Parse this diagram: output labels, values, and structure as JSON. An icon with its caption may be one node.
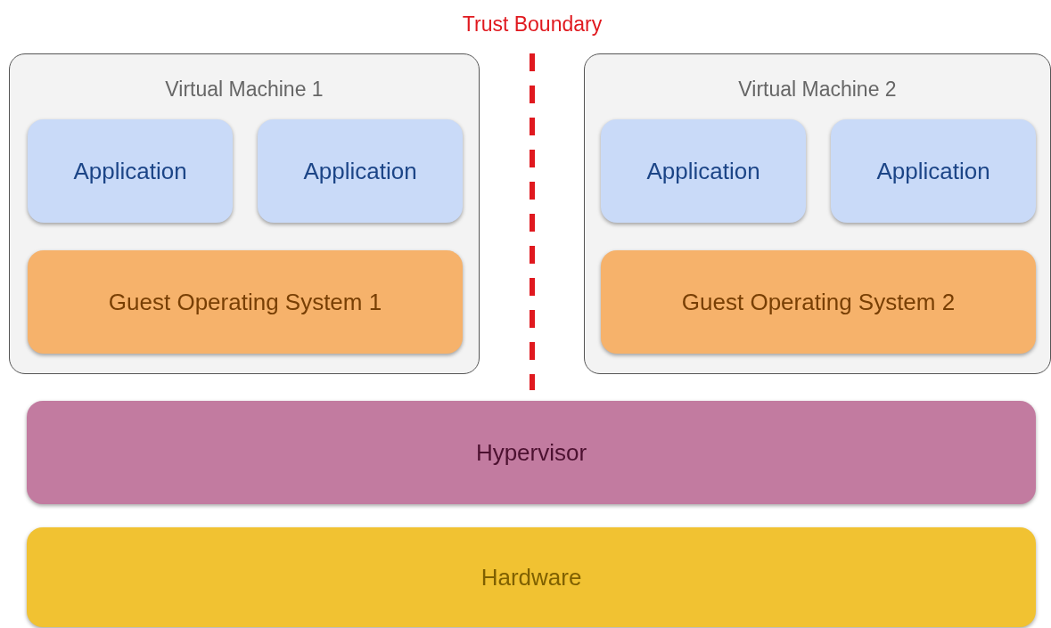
{
  "diagram": {
    "nodes": [
      {
        "text": [
          "Virtual Machine 1"
        ]
      },
      {
        "text": [
          "Application"
        ],
        "in": 0
      },
      {
        "text": [
          "Application"
        ],
        "in": 0
      },
      {
        "text": [
          "Guest Operating System 1"
        ],
        "in": 0
      },
      {
        "text": [
          "Virtual Machine 2"
        ]
      },
      {
        "text": [
          "Application"
        ],
        "in": 4
      },
      {
        "text": [
          "Application"
        ],
        "in": 4
      },
      {
        "text": [
          "Guest Operating System 2"
        ],
        "in": 4
      },
      {
        "text": [
          "Hypervisor"
        ]
      },
      {
        "text": [
          "Hardware"
        ]
      }
    ],
    "edges": [],
    "labels": [
      "Trust Boundary"
    ]
  }
}
